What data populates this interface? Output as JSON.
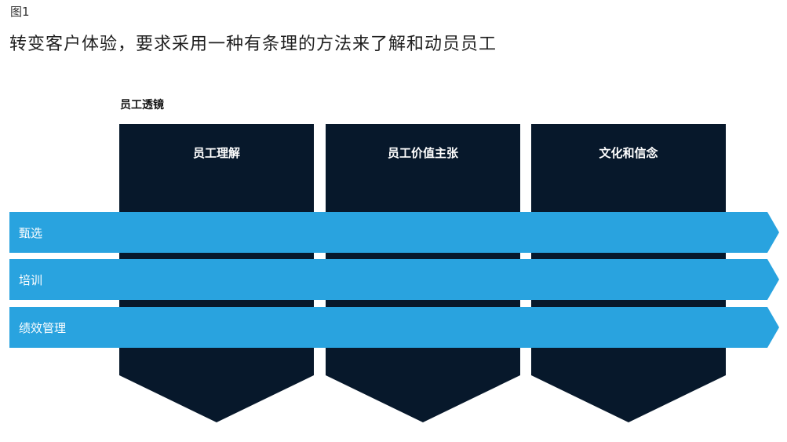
{
  "figure_label": "图1",
  "title": "转变客户体验，要求采用一种有条理的方法来了解和动员员工",
  "lens_label": "员工透镜",
  "columns": [
    {
      "label": "员工理解"
    },
    {
      "label": "员工价值主张"
    },
    {
      "label": "文化和信念"
    }
  ],
  "rows": [
    {
      "label": "甄选"
    },
    {
      "label": "培训"
    },
    {
      "label": "绩效管理"
    }
  ],
  "colors": {
    "column_fill": "#07182B",
    "row_fill": "#29A3DF",
    "column_text": "#FFFFFF",
    "row_text": "#FFFFFF"
  }
}
